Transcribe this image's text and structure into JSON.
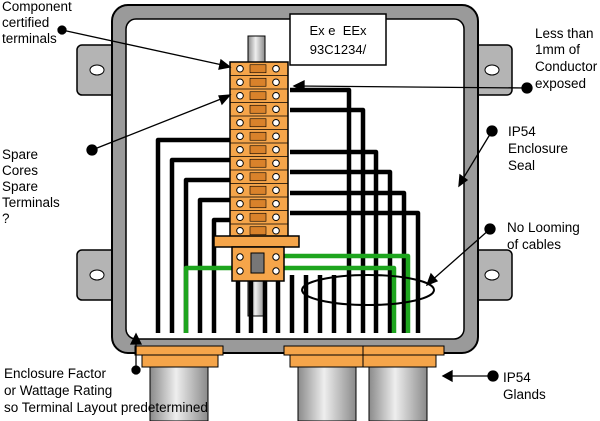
{
  "plate": {
    "line1": "Ex e  EEx",
    "line2": "93C1234/"
  },
  "labels": {
    "component_terminals": [
      "Component",
      "certified",
      "terminals"
    ],
    "conductor": [
      "Less than",
      "1mm of",
      "Conductor",
      "exposed"
    ],
    "spare": [
      "Spare",
      "Cores",
      "Spare",
      "Terminals",
      "?"
    ],
    "seal": [
      "IP54",
      "Enclosure",
      "Seal"
    ],
    "looming": [
      "No Looming",
      "of cables"
    ],
    "enclosure_factor": [
      "Enclosure Factor",
      "or Wattage Rating",
      "so Terminal Layout predetermined"
    ],
    "glands": [
      "IP54",
      "Glands"
    ]
  },
  "colors": {
    "terminal_orange": "#f5a54a",
    "enclosure_grey": "#9a9a9a",
    "earth_green": "#1ea51e",
    "gland_grey": "#c4c4c4"
  },
  "terminal_count": 13
}
